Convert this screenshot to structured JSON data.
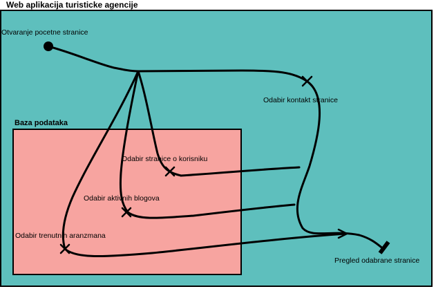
{
  "system": {
    "title": "Web aplikacija turisticke agencije",
    "background": "#5ebfbd"
  },
  "database": {
    "title": "Baza podataka",
    "background": "#f7a4a0"
  },
  "states": {
    "start": "Otvaranje pocetne stranice",
    "contact": "Odabir kontakt stranice",
    "about_user": "Odabir stranice o korisniku",
    "active_blogs": "Odabir aktivnih blogova",
    "current_offers": "Odabir trenutnih aranzmana",
    "end": "Pregled odabrane stranice"
  },
  "stroke_color": "#000000"
}
